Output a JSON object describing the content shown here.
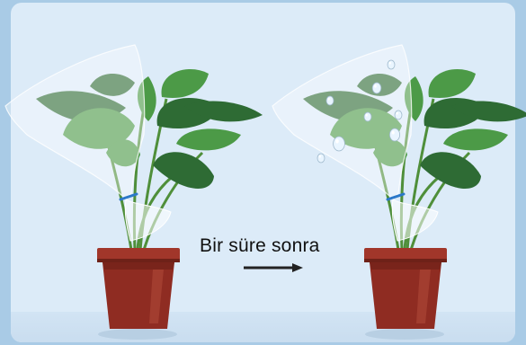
{
  "illustration": {
    "caption": "Bir süre sonra",
    "arrow_icon": "right-arrow-icon",
    "colors": {
      "background": "#a9cbe6",
      "panel": "#dcebf8",
      "pot": "#8f2c22",
      "leaf_dark": "#2e6b34",
      "leaf_light": "#4c9a47",
      "bag": "#ffffff",
      "tie": "#2b78c9",
      "droplet": "#e9f5ff"
    },
    "plants": [
      {
        "label": "before",
        "droplets_visible": false
      },
      {
        "label": "after",
        "droplets_visible": true
      }
    ]
  }
}
